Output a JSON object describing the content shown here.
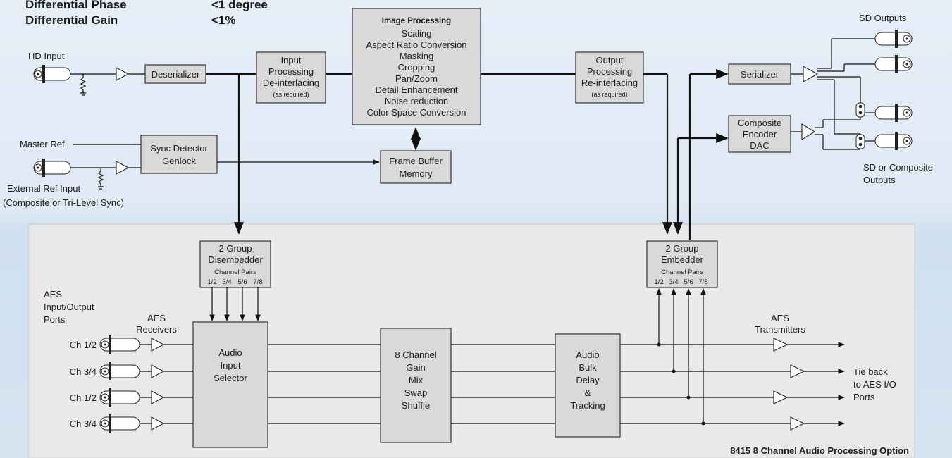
{
  "specs": [
    {
      "label": "Differential Phase",
      "value": "<1 degree"
    },
    {
      "label": "Differential Gain",
      "value": "<1%"
    }
  ],
  "inputs": {
    "hd_input": "HD Input",
    "master_ref": "Master Ref",
    "external_ref": "External Ref Input",
    "external_ref_sub": "(Composite or Tri-Level Sync)"
  },
  "blocks": {
    "deserializer": "Deserializer",
    "input_processing": [
      "Input",
      "Processing",
      "De-interlacing"
    ],
    "input_processing_note": "(as required)",
    "image_processing_title": "Image Processing",
    "image_processing_items": [
      "Scaling",
      "Aspect Ratio Conversion",
      "Masking",
      "Cropping",
      "Pan/Zoom",
      "Detail Enhancement",
      "Noise reduction",
      "Color Space Conversion"
    ],
    "output_processing": [
      "Output",
      "Processing",
      "Re-interlacing"
    ],
    "output_processing_note": "(as required)",
    "sync_detector": [
      "Sync Detector",
      "Genlock"
    ],
    "frame_buffer": [
      "Frame Buffer",
      "Memory"
    ],
    "serializer": "Serializer",
    "composite_encoder": [
      "Composite",
      "Encoder",
      "DAC"
    ]
  },
  "outputs": {
    "sd_outputs": "SD Outputs",
    "sd_or_composite": [
      "SD or Composite",
      "Outputs"
    ]
  },
  "audio": {
    "disembedder": [
      "2 Group",
      "Disembedder"
    ],
    "embedder": [
      "2 Group",
      "Embedder"
    ],
    "channel_pairs_label": "Channel Pairs",
    "channel_pairs": [
      "1/2",
      "3/4",
      "5/6",
      "7/8"
    ],
    "aes_ports_label": [
      "AES",
      "Input/Output",
      "Ports"
    ],
    "aes_receivers": [
      "AES",
      "Receivers"
    ],
    "aes_channels": [
      "Ch 1/2",
      "Ch 3/4",
      "Ch 1/2",
      "Ch 3/4"
    ],
    "input_selector": [
      "Audio",
      "Input",
      "Selector"
    ],
    "gain_mix": [
      "8 Channel",
      "Gain",
      "Mix",
      "Swap",
      "Shuffle"
    ],
    "bulk_delay": [
      "Audio",
      "Bulk",
      "Delay",
      "&",
      "Tracking"
    ],
    "aes_transmitters": [
      "AES",
      "Transmitters"
    ],
    "tie_back": [
      "Tie back",
      "to AES I/O",
      "Ports"
    ],
    "option_title": "8415 8 Channel Audio Processing Option"
  },
  "colors": {
    "block_fill": "#d9d9d9",
    "panel_fill": "#e9e9e9",
    "background": "#dfe9f4"
  }
}
